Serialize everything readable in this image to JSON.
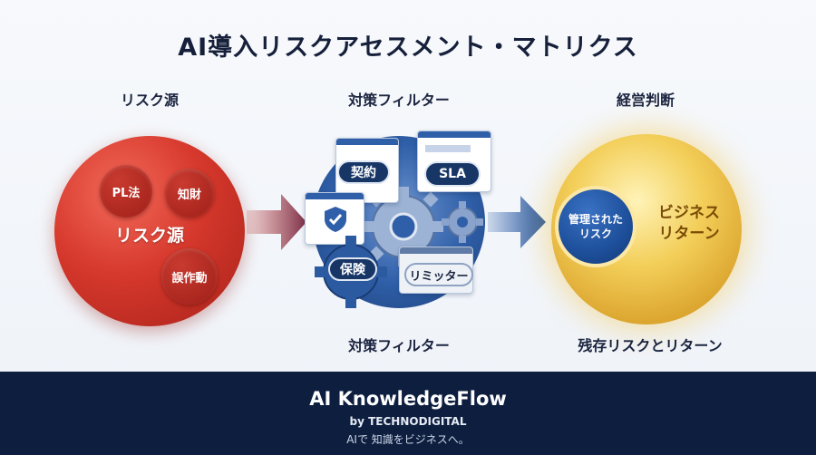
{
  "title": "AI導入リスクアセスメント・マトリクス",
  "columns": {
    "left": "リスク源",
    "middle_top": "対策フィルター",
    "right": "経営判断",
    "middle_bottom": "対策フィルター",
    "right_bottom": "残存リスクとリターン"
  },
  "risk_sphere": {
    "center": "リスク源",
    "bubbles": [
      "PL法",
      "知財",
      "誤作動"
    ]
  },
  "filters": {
    "contract": "契約",
    "sla": "SLA",
    "insurance": "保険",
    "limiter": "リミッター"
  },
  "outcome": {
    "managed_line1": "管理された",
    "managed_line2": "リスク",
    "business_line1": "ビジネス",
    "business_line2": "リターン"
  },
  "footer": {
    "brand": "AI KnowledgeFlow",
    "byline": "by TECHNODIGITAL",
    "tagline": "AIで 知識をビジネスへ。"
  },
  "colors": {
    "risk": "#d6382c",
    "filter": "#2f5fa8",
    "gold": "#f3cf5a",
    "footer": "#0d1e3f"
  }
}
